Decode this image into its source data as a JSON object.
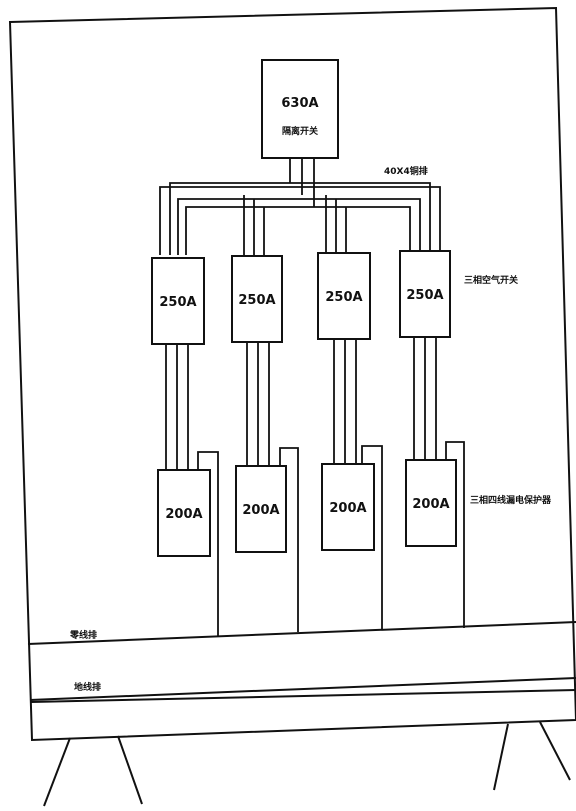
{
  "main_switch": {
    "rating": "630A",
    "name": "隔离开关"
  },
  "busbar_label": "40X4铜排",
  "breakers": {
    "label": "三相空气开关",
    "ratings": [
      "250A",
      "250A",
      "250A",
      "250A"
    ]
  },
  "protectors": {
    "label": "三相四线漏电保护器",
    "ratings": [
      "200A",
      "200A",
      "200A",
      "200A"
    ]
  },
  "neutral_bar_label": "零线排",
  "ground_bar_label": "地线排"
}
